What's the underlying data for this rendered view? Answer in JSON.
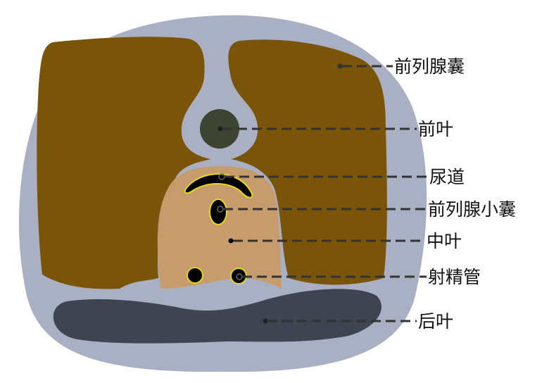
{
  "labels": {
    "capsule": "前列腺囊",
    "anterior_lobe": "前叶",
    "urethra": "尿道",
    "utricle": "前列腺小囊",
    "middle_lobe": "中叶",
    "ejaculatory_duct": "射精管",
    "posterior_lobe": "后叶"
  },
  "colors": {
    "capsule": "#a9b0c3",
    "lateral_lobes": "#7a5509",
    "anterior_lobe": "#3d4431",
    "middle_lobe": "#c69c6d",
    "posterior_lobe": "#3e4452",
    "ducts": "#000000",
    "duct_outline": "#e8d81a"
  }
}
